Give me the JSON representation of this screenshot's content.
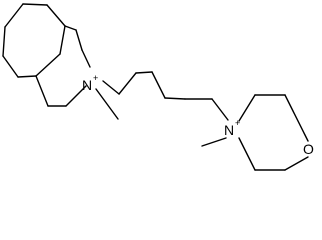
{
  "molecule": {
    "atoms": {
      "n1": {
        "symbol": "N",
        "charge": "+"
      },
      "n2": {
        "symbol": "N",
        "charge": "+"
      },
      "o1": {
        "symbol": "O"
      }
    }
  }
}
